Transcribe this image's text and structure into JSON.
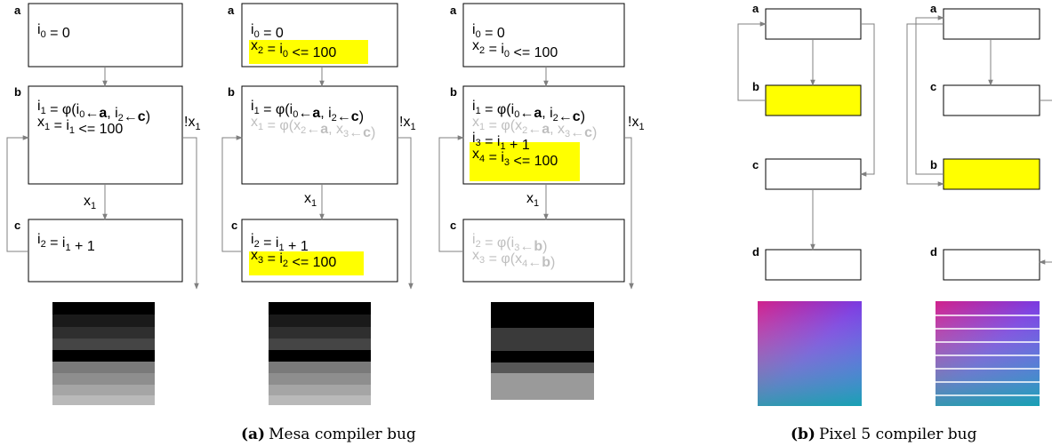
{
  "colors": {
    "highlight": "#ffff00",
    "faded": "#bfbfbf",
    "edge": "#808080"
  },
  "captions": {
    "a_label": "(a)",
    "a_text": "Mesa compiler bug",
    "b_label": "(b)",
    "b_text": "Pixel 5 compiler bug"
  },
  "block_labels": {
    "a": "a",
    "b": "b",
    "c": "c",
    "d": "d"
  },
  "edge_labels": {
    "x1": "x",
    "not_x1": "!x",
    "sub1": "1"
  },
  "mesa": {
    "g1": {
      "a": [
        {
          "p": [
            "i",
            "0",
            " = 0"
          ]
        }
      ],
      "b": [
        {
          "p": [
            "i",
            "1",
            " = φ(i",
            "0",
            "←",
            "a",
            ", i",
            "2",
            "←",
            "c",
            ")"
          ]
        },
        {
          "p": [
            "x",
            "1",
            " = i",
            "1",
            " <= 100"
          ]
        }
      ],
      "c": [
        {
          "p": [
            "i",
            "2",
            " = i",
            "1",
            " + 1"
          ]
        }
      ]
    },
    "g2": {
      "a": [
        {
          "p": [
            "i",
            "0",
            " = 0"
          ]
        },
        {
          "p": [
            "x",
            "2",
            " = i",
            "0",
            " <= 100"
          ]
        }
      ],
      "b": [
        {
          "p": [
            "i",
            "1",
            " = φ(i",
            "0",
            "←",
            "a",
            ", i",
            "2",
            "←",
            "c",
            ")"
          ]
        },
        {
          "p": [
            "x",
            "1",
            " = φ(x",
            "2",
            "←",
            "a",
            ", x",
            "3",
            "←",
            "c",
            ")"
          ]
        }
      ],
      "c": [
        {
          "p": [
            "i",
            "2",
            " = i",
            "1",
            " + 1"
          ]
        },
        {
          "p": [
            "x",
            "3",
            " = i",
            "2",
            " <= 100"
          ]
        }
      ]
    },
    "g3": {
      "a": [
        {
          "p": [
            "i",
            "0",
            " = 0"
          ]
        },
        {
          "p": [
            "x",
            "2",
            " = i",
            "0",
            " <= 100"
          ]
        }
      ],
      "b": [
        {
          "p": [
            "i",
            "1",
            " = φ(i",
            "0",
            "←",
            "a",
            ", i",
            "2",
            "←",
            "c",
            ")"
          ]
        },
        {
          "p": [
            "x",
            "1",
            " = φ(x",
            "2",
            "←",
            "a",
            ", x",
            "3",
            "←",
            "c",
            ")"
          ]
        },
        {
          "p": [
            "i",
            "3",
            " = i",
            "1",
            " + 1"
          ]
        },
        {
          "p": [
            "x",
            "4",
            " = i",
            "3",
            " <= 100"
          ]
        }
      ],
      "c": [
        {
          "p": [
            "i",
            "2",
            " = φ(i",
            "3",
            "←",
            "b",
            ")"
          ]
        },
        {
          "p": [
            "x",
            "3",
            " = φ(x",
            "4",
            "←",
            "b",
            ")"
          ]
        }
      ]
    }
  }
}
